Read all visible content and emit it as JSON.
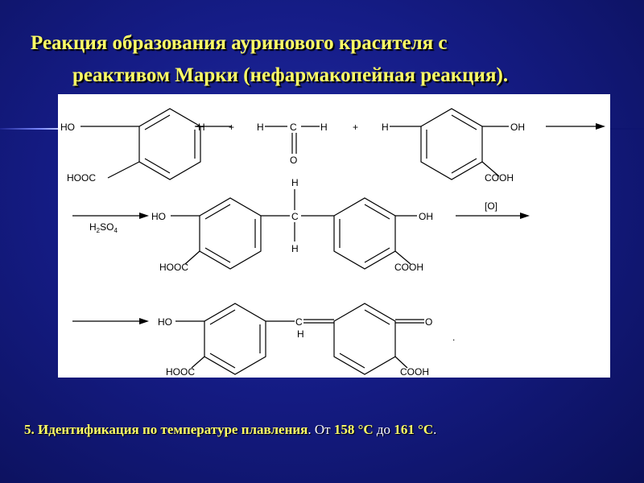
{
  "slide": {
    "title_line1": "Реакция образования ауринового красителя с",
    "title_line2": "реактивом Марки (нефармакопейная реакция).",
    "footer": {
      "part1": "5. Идентификация по температуре плавления",
      "part2": ". От ",
      "part3": "158 °С",
      "part4": " до ",
      "part5": "161 °С",
      "part6": "."
    }
  },
  "scheme": {
    "labels": {
      "ho": "HO",
      "oh": "OH",
      "h": "H",
      "c": "C",
      "o": "O",
      "hooc": "HOOC",
      "cooh": "COOH",
      "plus": "+",
      "h2": "H",
      "sub2": "2",
      "so": "SO",
      "sub4": "4",
      "oxidant": "[O]",
      "dot": "."
    }
  },
  "colors": {
    "title": "#ffff66",
    "background": "#151c86",
    "panel": "#ffffff"
  }
}
